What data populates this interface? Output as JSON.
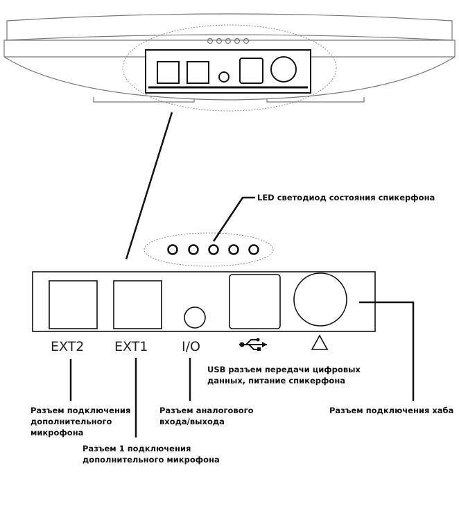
{
  "ports": {
    "ext2": "EXT2",
    "ext1": "EXT1",
    "io": "I/O",
    "usb_icon": "usb-icon",
    "hub_icon": "triangle-icon"
  },
  "callouts": {
    "led": "LED светодиод состояния спикерфона",
    "usb_line1": "USB разъем передачи цифровых",
    "usb_line2": "данных, питание спикерфона",
    "ext2_line1": "Разъем подключения",
    "ext2_line2": "дополнительного",
    "ext2_line3": "микрофона",
    "ext1_line1": "Разъем 1 подключения",
    "ext1_line2": "дополнительного микрофона",
    "io_line1": "Разъем аналогового",
    "io_line2": "входа/выхода",
    "hub": "Разъем подключения хаба"
  },
  "colors": {
    "line": "#111111",
    "outline": "#777777"
  }
}
